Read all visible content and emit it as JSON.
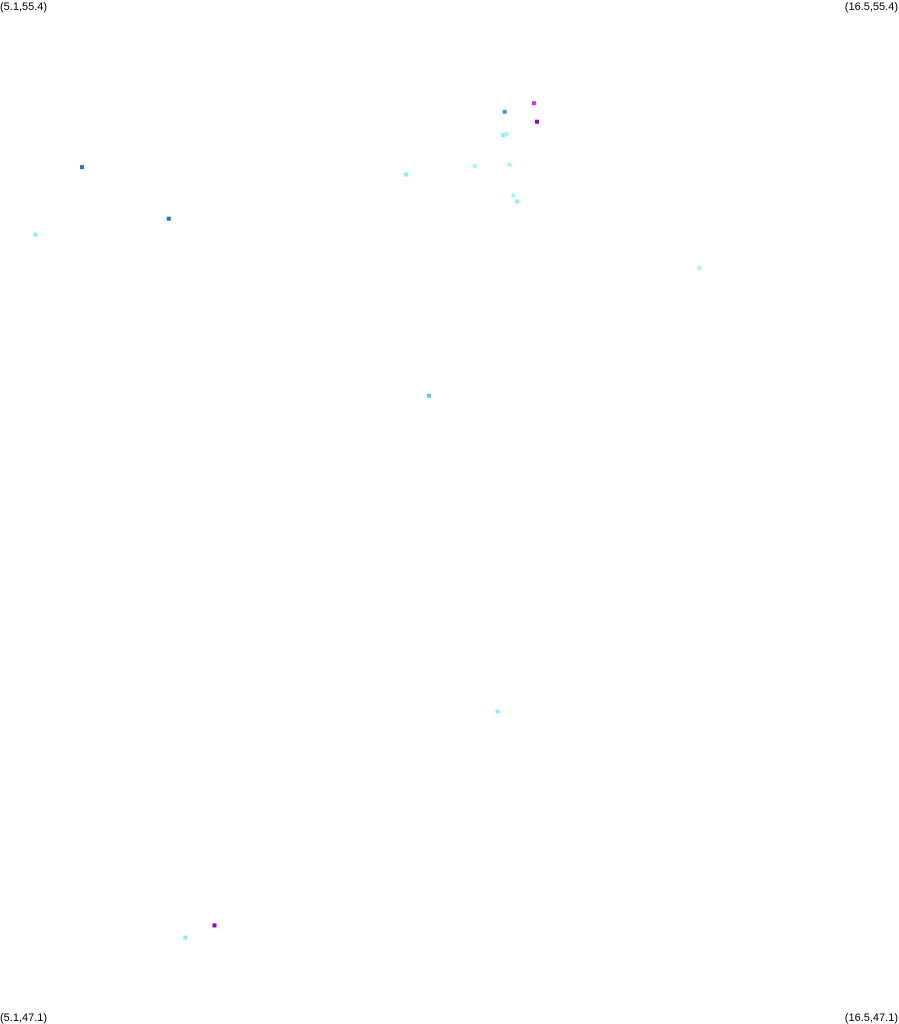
{
  "corners": {
    "top_left": "(5.1,55.4)",
    "top_right": "(16.5,55.4)",
    "bottom_left": "(5.1,47.1)",
    "bottom_right": "(16.5,47.1)"
  },
  "chart_data": {
    "type": "scatter",
    "title": "",
    "xlabel": "",
    "ylabel": "",
    "xlim": [
      5.1,
      16.5
    ],
    "ylim": [
      47.1,
      55.4
    ],
    "grid": false,
    "legend": "none",
    "points": [
      {
        "x": 11.87,
        "y": 54.56,
        "color": "#ee22ee"
      },
      {
        "x": 11.91,
        "y": 54.41,
        "color": "#9900cc"
      },
      {
        "x": 11.5,
        "y": 54.49,
        "color": "#3399ee"
      },
      {
        "x": 11.48,
        "y": 54.3,
        "color": "#88eeff"
      },
      {
        "x": 11.52,
        "y": 54.31,
        "color": "#99ffff"
      },
      {
        "x": 11.56,
        "y": 54.06,
        "color": "#99ffff"
      },
      {
        "x": 11.12,
        "y": 54.05,
        "color": "#99ffff"
      },
      {
        "x": 10.25,
        "y": 53.98,
        "color": "#88eeff"
      },
      {
        "x": 11.61,
        "y": 53.81,
        "color": "#99ffff"
      },
      {
        "x": 11.66,
        "y": 53.76,
        "color": "#88eeff"
      },
      {
        "x": 6.14,
        "y": 54.04,
        "color": "#2277cc"
      },
      {
        "x": 7.24,
        "y": 53.62,
        "color": "#2277cc"
      },
      {
        "x": 5.55,
        "y": 53.49,
        "color": "#88eeff"
      },
      {
        "x": 13.97,
        "y": 53.22,
        "color": "#99ffff"
      },
      {
        "x": 10.54,
        "y": 52.18,
        "color": "#55ccee"
      },
      {
        "x": 11.41,
        "y": 49.61,
        "color": "#88eeff"
      },
      {
        "x": 7.82,
        "y": 47.87,
        "color": "#9900cc"
      },
      {
        "x": 7.45,
        "y": 47.77,
        "color": "#88eeff"
      }
    ]
  }
}
